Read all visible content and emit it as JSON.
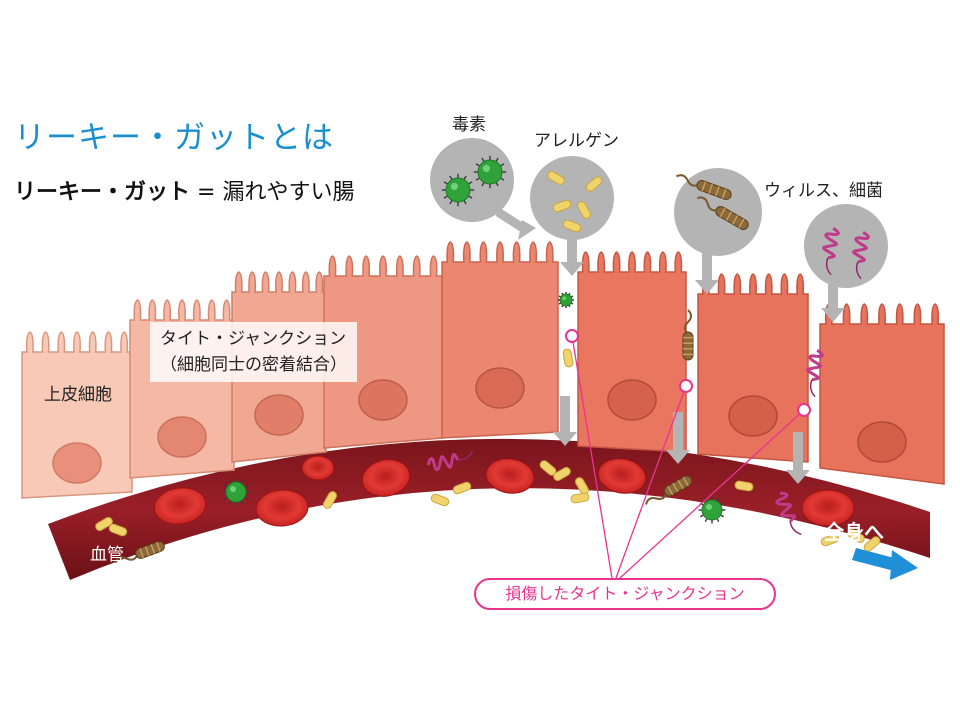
{
  "title": "リーキー・ガットとは",
  "subtitle": {
    "term": "リーキー・ガット",
    "equals": " = ",
    "definition": "漏れやすい腸"
  },
  "labels": {
    "epithelial_cell": "上皮細胞",
    "tight_junction_line1": "タイト・ジャンクション",
    "tight_junction_line2": "（細胞同士の密着結合）",
    "toxin": "毒素",
    "allergen": "アレルゲン",
    "virus_bacteria": "ウィルス、細菌",
    "blood_vessel": "血管",
    "to_whole_body": "全身へ",
    "damaged_tight_junction": "損傷したタイト・ジャンクション"
  },
  "colors": {
    "title": "#1a8fd0",
    "vessel": "#8a1a22",
    "rbc": "#d42b2b",
    "cell_pale": "#f7c9b6",
    "cell_dark": "#e8735c",
    "callout_gray": "#b4b4b4",
    "damage_pink": "#e8348f",
    "arrow_blue": "#1f8fd8",
    "toxin_green": "#2fa33a",
    "allergen_yellow": "#f0d36a",
    "bacteria_brown": "#8a6a3a",
    "virus_purple": "#c03a8a"
  },
  "icons": [
    "toxin-virus-icon",
    "allergen-icon",
    "bacteria-icon",
    "spiral-virus-icon",
    "red-blood-cell-icon",
    "arrow-right-icon"
  ]
}
